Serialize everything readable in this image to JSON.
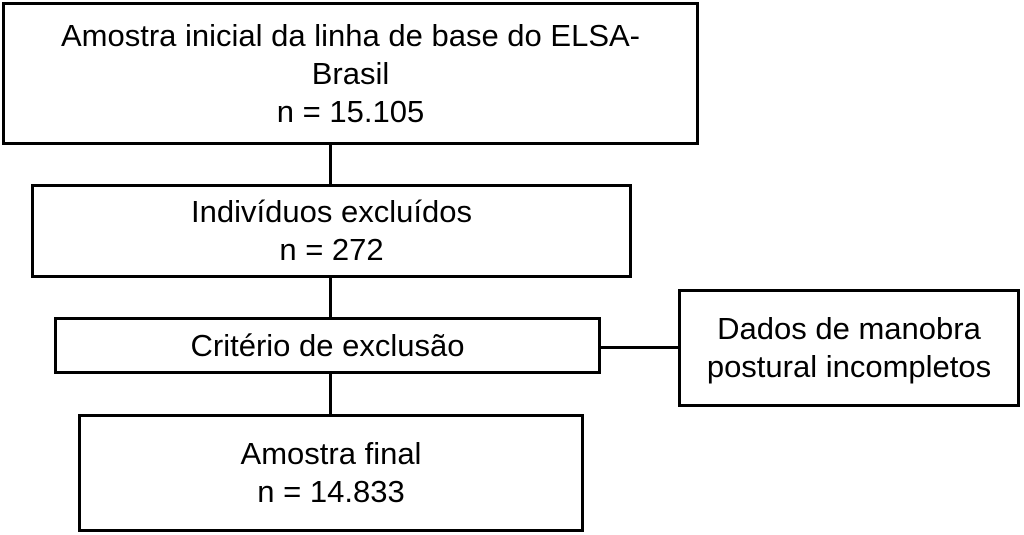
{
  "diagram": {
    "initial_sample": {
      "line1": "Amostra inicial da linha de base do ELSA-",
      "line2": "Brasil",
      "count": "n = 15.105"
    },
    "excluded": {
      "label": "Indivíduos excluídos",
      "count": "n = 272"
    },
    "criterion": {
      "label": "Critério de exclusão"
    },
    "incomplete_data": {
      "line1": "Dados de manobra",
      "line2": "postural incompletos"
    },
    "final_sample": {
      "label": "Amostra final",
      "count": "n = 14.833"
    }
  }
}
